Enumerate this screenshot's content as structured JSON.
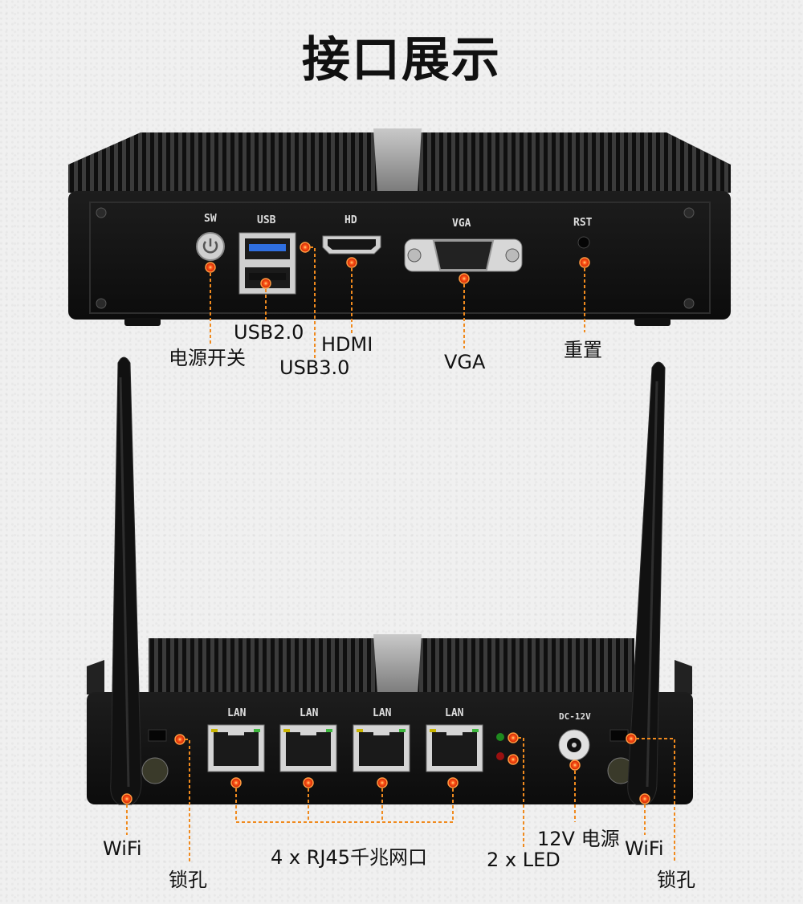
{
  "title": "接口展示",
  "top_panel": {
    "port_labels": {
      "sw": "SW",
      "usb": "USB",
      "hd": "HD",
      "vga": "VGA",
      "rst": "RST"
    },
    "callouts": {
      "power": "电源开关",
      "usb2": "USB2.0",
      "usb3": "USB3.0",
      "hdmi": "HDMI",
      "vga": "VGA",
      "reset": "重置"
    }
  },
  "bottom_panel": {
    "port_labels": {
      "lan1": "LAN",
      "lan2": "LAN",
      "lan3": "LAN",
      "lan4": "LAN",
      "dc": "DC-12V"
    },
    "callouts": {
      "wifi_left": "WiFi",
      "lock_left": "锁孔",
      "rj45": "4 x RJ45千兆网口",
      "led": "2 x LED",
      "power12": "12V 电源",
      "wifi_right": "WiFi",
      "lock_right": "锁孔"
    }
  },
  "colors": {
    "marker": "#ff3a1a",
    "leader": "#f08a1e",
    "chassis": "#161616"
  }
}
